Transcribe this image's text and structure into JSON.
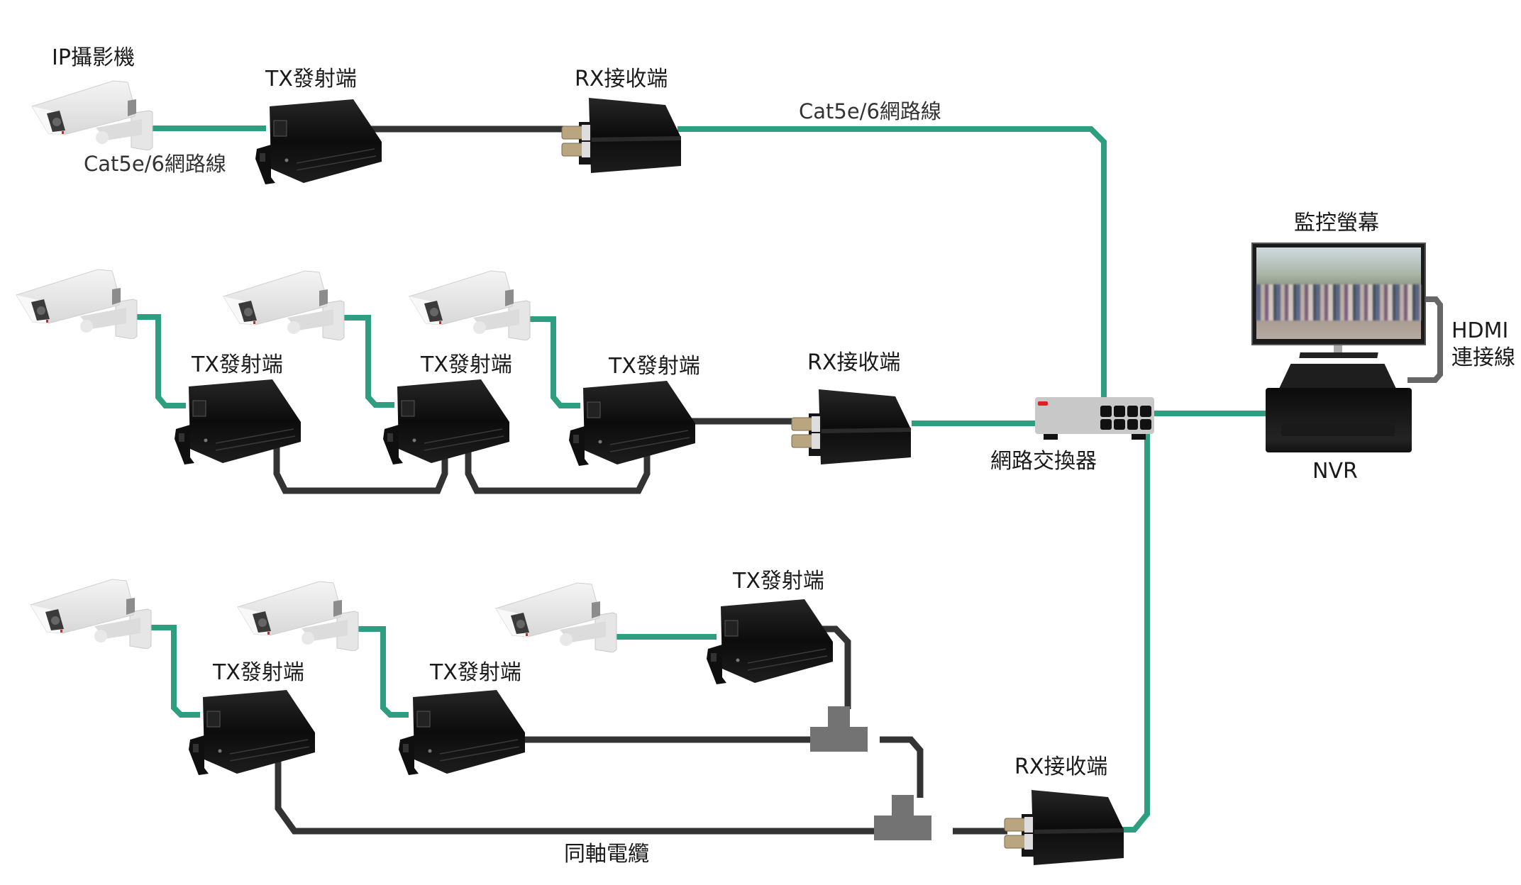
{
  "colors": {
    "network_cable": "#2e9e80",
    "coax_cable": "#333333",
    "hdmi_cable": "#666666",
    "tee_connector": "#737373",
    "device_body": "#111111",
    "switch_body": "#c8c8c8",
    "switch_led": "#e02020"
  },
  "labels": {
    "ip_camera": "IP攝影機",
    "tx": "TX發射端",
    "rx": "RX接收端",
    "cat_cable": "Cat5e/6網路線",
    "switch": "網路交換器",
    "monitor": "監控螢幕",
    "nvr": "NVR",
    "hdmi_line1": "HDMI",
    "hdmi_line2": "連接線",
    "coax": "同軸電纜"
  },
  "rows": [
    {
      "name": "row-1-single",
      "cameras": 1,
      "tx_units": 1,
      "rx_units": 1,
      "link": "Cat5e/6網路線"
    },
    {
      "name": "row-2-daisy-chain",
      "cameras": 3,
      "tx_units": 3,
      "rx_units": 1,
      "link": "coax"
    },
    {
      "name": "row-3-tee-split",
      "cameras": 3,
      "tx_units": 3,
      "rx_units": 1,
      "link": "同軸電纜",
      "tee_connectors": 2
    }
  ]
}
